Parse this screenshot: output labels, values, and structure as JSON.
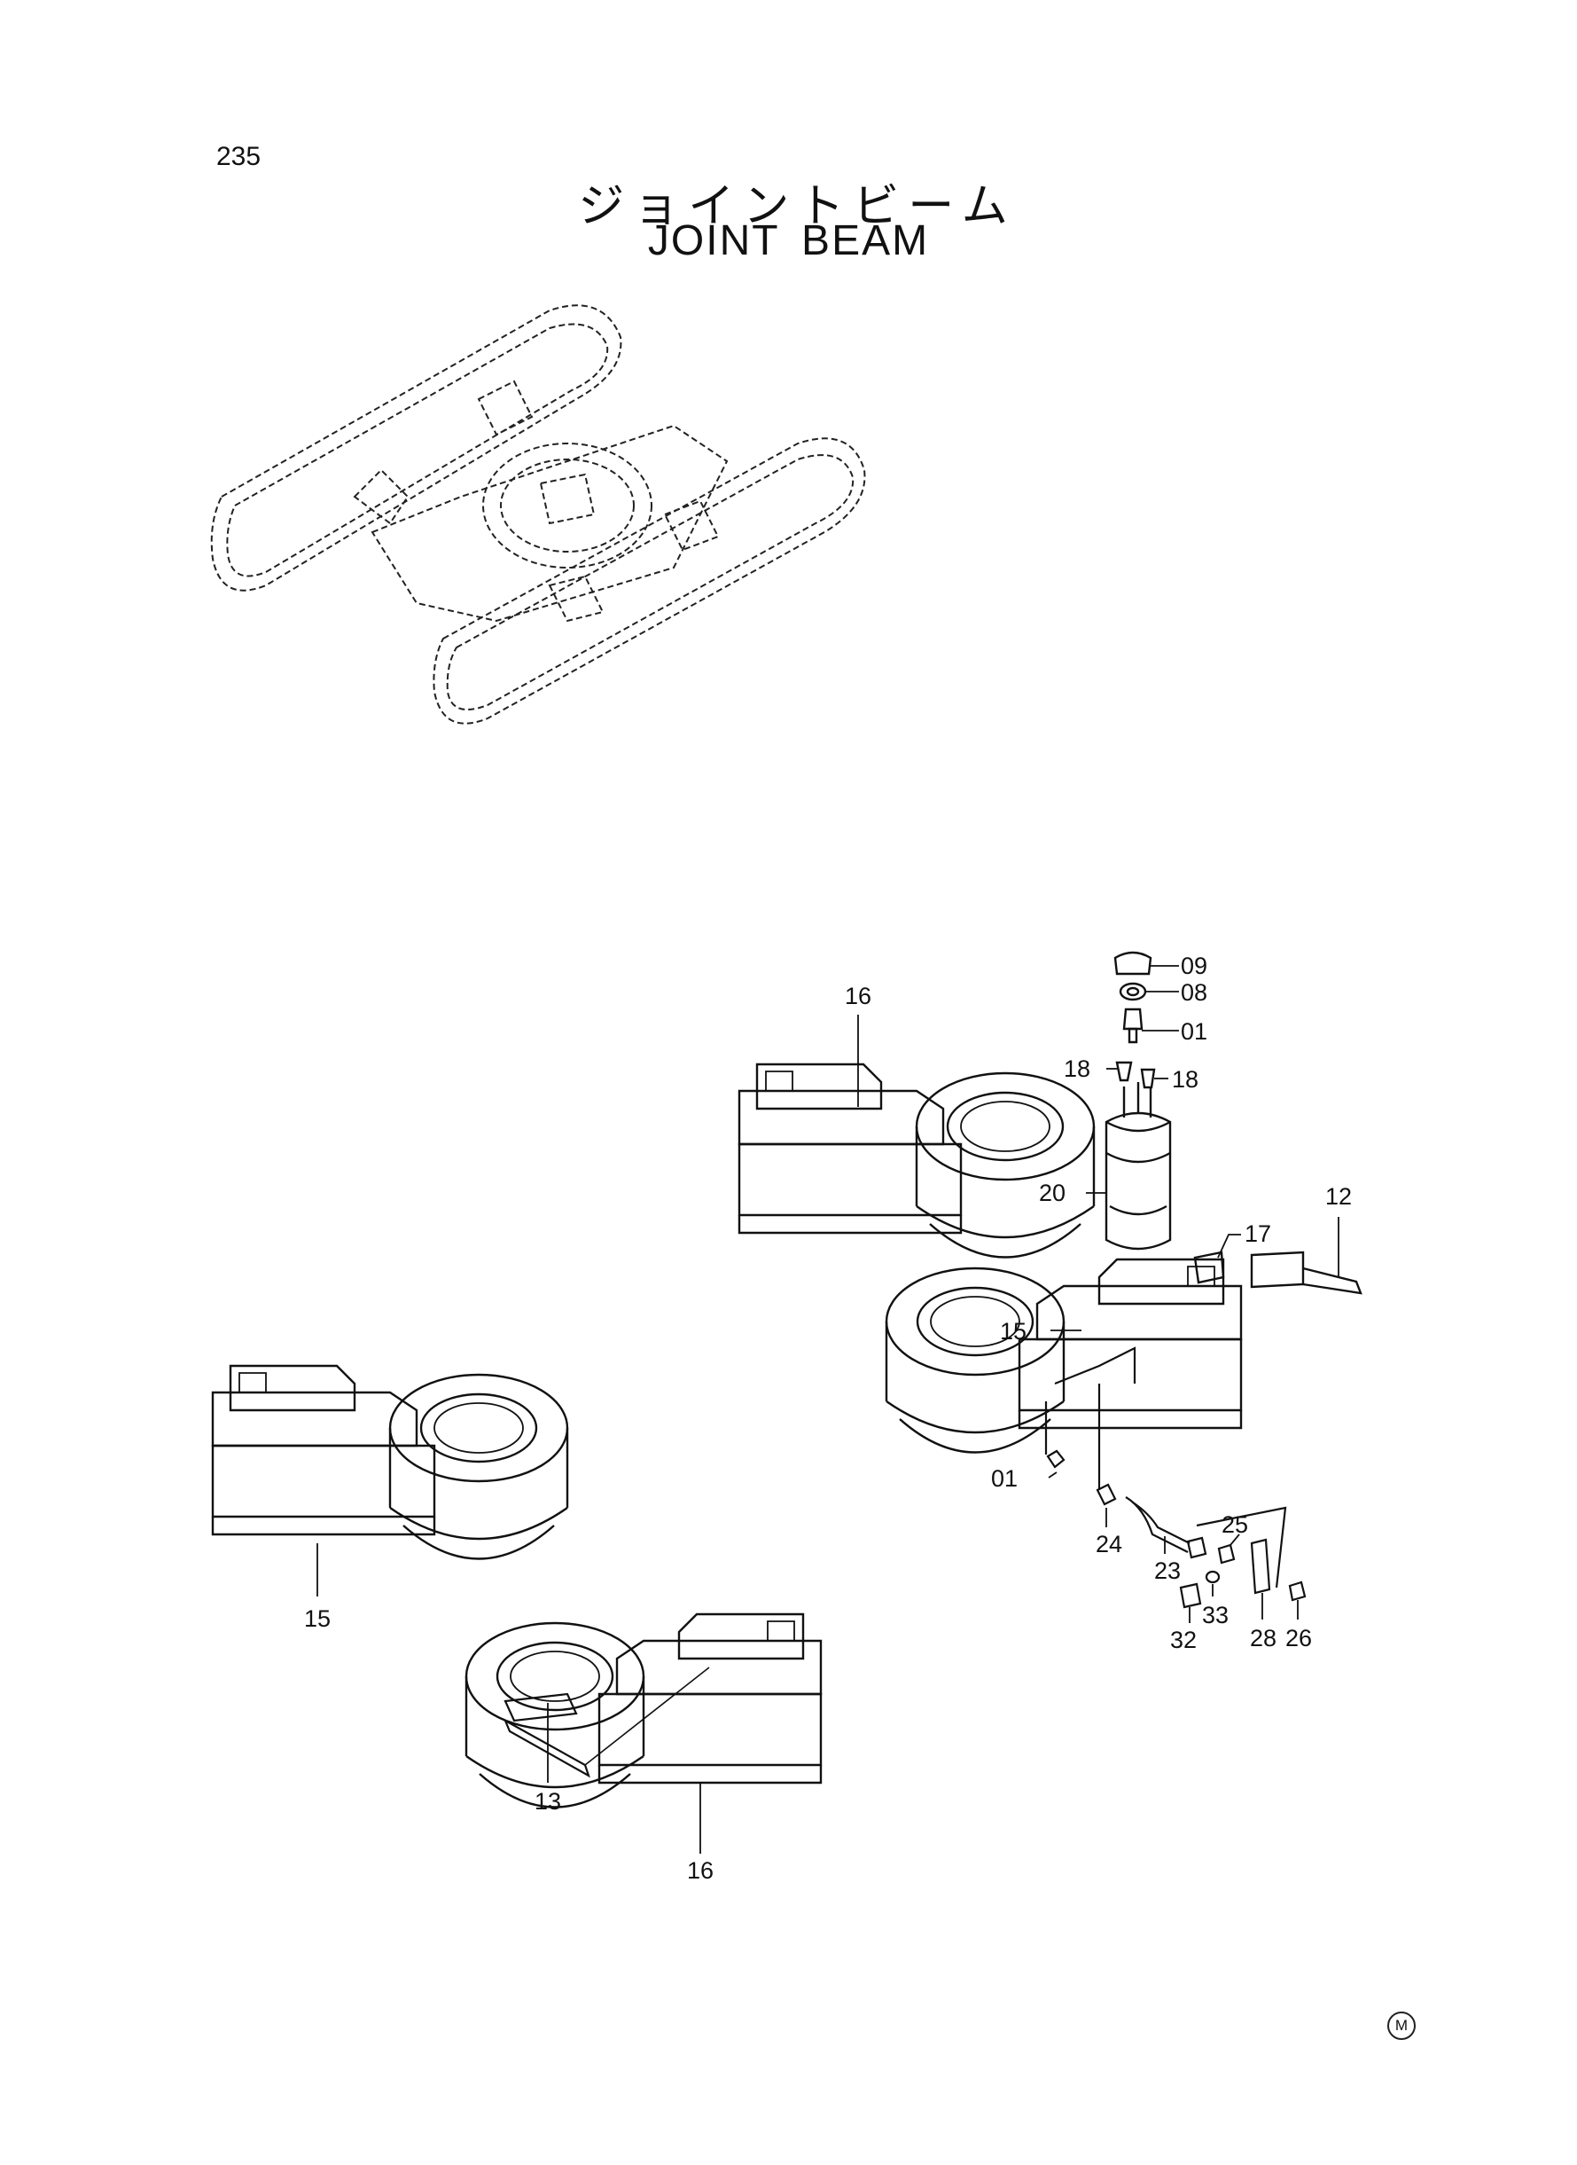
{
  "header": {
    "page_number": "235",
    "title_japanese": "ジョイントビーム",
    "title_english": "JOINT BEAM"
  },
  "mark": "M",
  "callouts": {
    "c09": "09",
    "c08": "08",
    "c01_top": "01",
    "c18_left": "18",
    "c18_right": "18",
    "c20": "20",
    "c17": "17",
    "c12": "12",
    "c15_right": "15",
    "c01_left": "01",
    "c24": "24",
    "c23": "23",
    "c25": "25",
    "c33": "33",
    "c32": "32",
    "c28": "28",
    "c26": "26",
    "c16_top": "16",
    "c15_left": "15",
    "c13": "13",
    "c16_bottom": "16"
  }
}
